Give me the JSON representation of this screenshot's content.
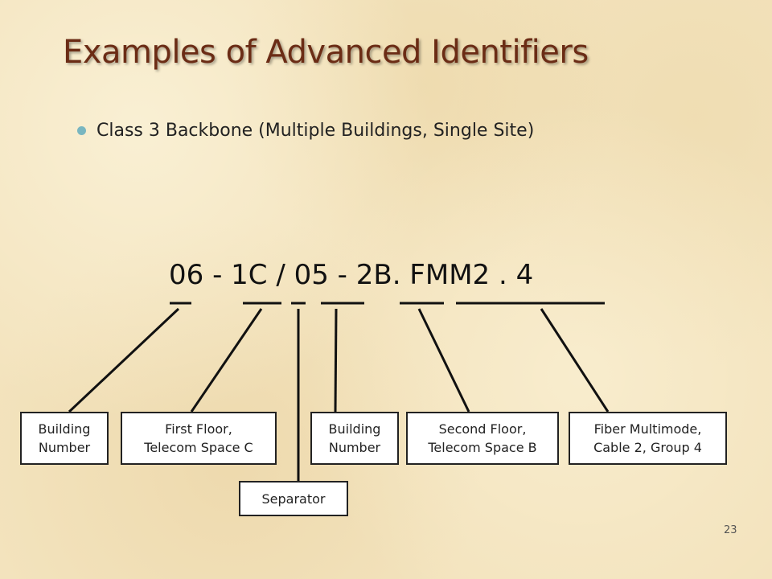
{
  "slide": {
    "title": "Examples of Advanced Identifiers",
    "bullet": "Class 3 Backbone (Multiple Buildings, Single Site)",
    "identifier": "06 - 1C / 05 - 2B. FMM2 . 4",
    "page_number": "23"
  },
  "labels": [
    {
      "line1": "Building",
      "line2": "Number"
    },
    {
      "line1": "First Floor,",
      "line2": "Telecom Space C"
    },
    {
      "line1": "Separator",
      "line2": ""
    },
    {
      "line1": "Building",
      "line2": "Number"
    },
    {
      "line1": "Second Floor,",
      "line2": "Telecom Space B"
    },
    {
      "line1": "Fiber Multimode,",
      "line2": "Cable 2, Group 4"
    }
  ],
  "colors": {
    "title": "#6b2c15",
    "bullet": "#79b6c0",
    "background": "#f3e3bd"
  }
}
